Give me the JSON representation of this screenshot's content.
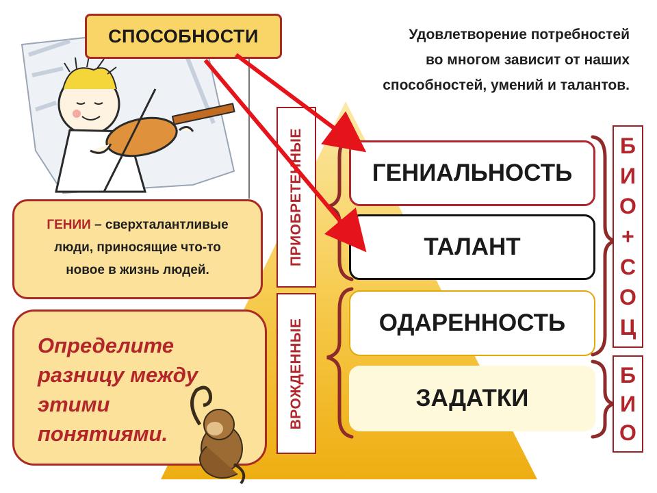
{
  "header": {
    "abilities_label": "СПОСОБНОСТИ",
    "intro_text_lines": [
      "Удовлетворение потребностей",
      "во многом зависит от наших",
      "способностей, умений и талантов."
    ]
  },
  "definition": {
    "term": "ГЕНИИ",
    "text_line1": " – сверхталантливые",
    "text_line2": "люди, приносящие что-то",
    "text_line3": "новое в жизнь людей."
  },
  "task": {
    "text": "Определите разницу между этими понятиями."
  },
  "pyramid": {
    "levels": [
      "ГЕНИАЛЬНОСТЬ",
      "ТАЛАНТ",
      "ОДАРЕННОСТЬ",
      "ЗАДАТКИ"
    ],
    "left_labels": {
      "acquired": "ПРИОБРЕТЕННЫЕ",
      "innate": "ВРОЖДЕННЫЕ"
    },
    "right_labels": {
      "bio_soc": [
        "Б",
        "И",
        "О",
        "+",
        "С",
        "О",
        "Ц"
      ],
      "bio": [
        "Б",
        "И",
        "О"
      ]
    }
  },
  "colors": {
    "accent_red": "#b2252a",
    "box_fill": "#fbe19a",
    "label_fill": "#f9d467",
    "pyramid_gold": "#f2b61a"
  },
  "icons": [
    "violinist-illustration",
    "monkey-thinker-illustration",
    "arrow-to-genius",
    "arrow-to-talent"
  ]
}
